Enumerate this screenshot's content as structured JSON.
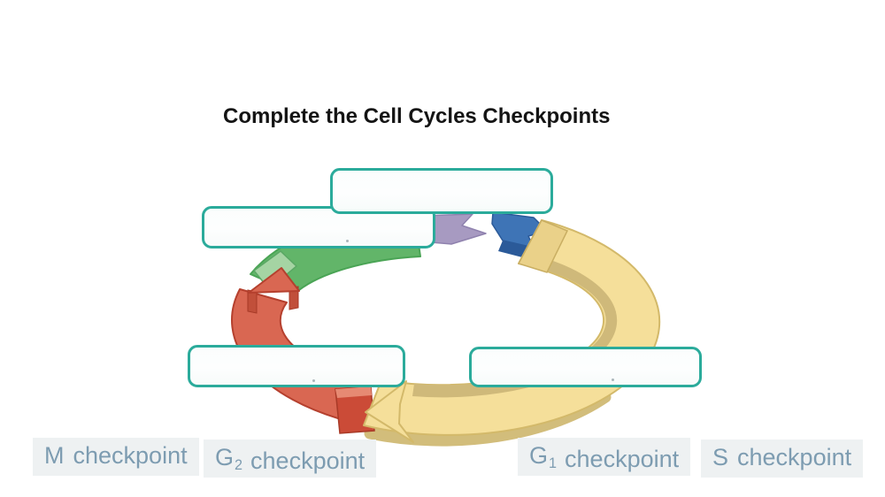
{
  "title": {
    "text": "Complete the Cell Cycles Checkpoints"
  },
  "accent": {
    "box_border": "#2bab9b"
  },
  "diagram": {
    "name": "cell-cycle-checkpoint-ring",
    "colors": {
      "g1_yellow": "#f5df9a",
      "g1_yellow_dark": "#cfb97a",
      "g1_yellow_cap": "#ead189",
      "m_red": "#d96752",
      "m_red_dark": "#c14f3a",
      "m_red_cap": "#cb4b37",
      "g2_green": "#62b569",
      "g2_green_cap": "#a5d4a3",
      "s_purple": "#a79ac1",
      "s_blue": "#3e74b6",
      "s_blue_dark": "#2b5a99"
    }
  },
  "answer_boxes": [
    {
      "name": "top-center",
      "value": ""
    },
    {
      "name": "upper-left",
      "value": ""
    },
    {
      "name": "lower-left",
      "value": ""
    },
    {
      "name": "lower-right",
      "value": ""
    }
  ],
  "word_bank": {
    "text_color": "#7d9cb1",
    "bg_color": "#eef1f2",
    "items": [
      {
        "prefix": "M",
        "sub": "",
        "suffix": "checkpoint"
      },
      {
        "prefix": "G",
        "sub": "2",
        "suffix": "checkpoint"
      },
      {
        "prefix": "G",
        "sub": "1",
        "suffix": "checkpoint"
      },
      {
        "prefix": "S",
        "sub": "",
        "suffix": "checkpoint"
      }
    ]
  }
}
